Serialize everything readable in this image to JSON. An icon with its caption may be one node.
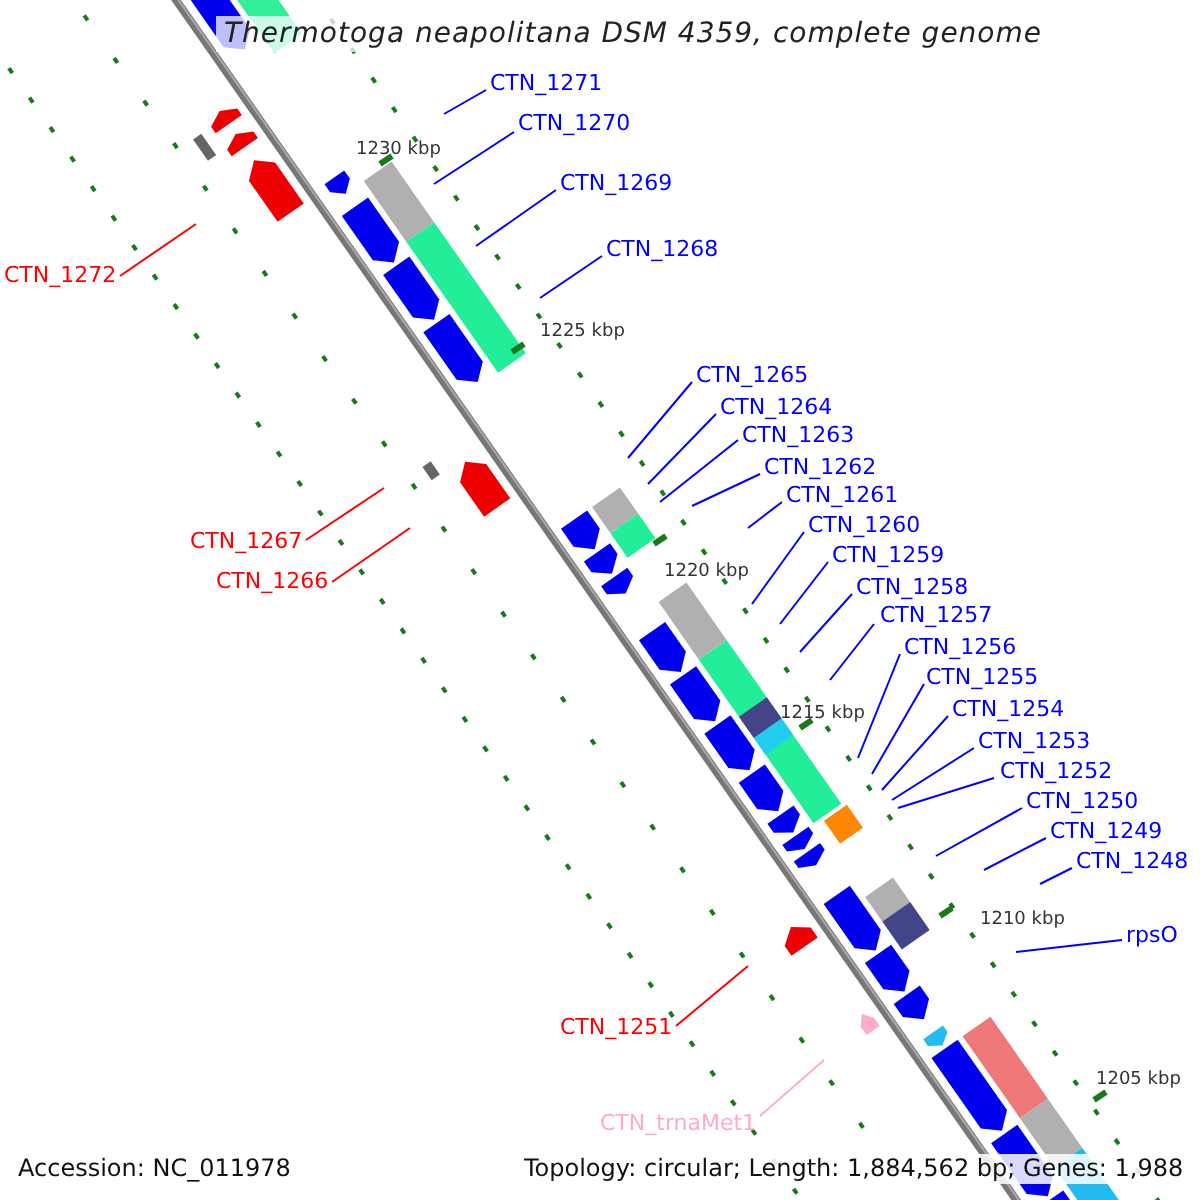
{
  "diagram": {
    "title": "Thermotoga neapolitana DSM 4359, complete genome",
    "nodes": [
      {
        "text": [
          "CTN_1271"
        ]
      },
      {
        "text": [
          "CTN_1270"
        ]
      },
      {
        "text": [
          "CTN_1269"
        ]
      },
      {
        "text": [
          "CTN_1268"
        ]
      },
      {
        "text": [
          "CTN_1272"
        ]
      },
      {
        "text": [
          "CTN_1265"
        ]
      },
      {
        "text": [
          "CTN_1264"
        ]
      },
      {
        "text": [
          "CTN_1263"
        ]
      },
      {
        "text": [
          "CTN_1262"
        ]
      },
      {
        "text": [
          "CTN_1261"
        ]
      },
      {
        "text": [
          "CTN_1260"
        ]
      },
      {
        "text": [
          "CTN_1267"
        ]
      },
      {
        "text": [
          "CTN_1259"
        ]
      },
      {
        "text": [
          "CTN_1266"
        ]
      },
      {
        "text": [
          "CTN_1258"
        ]
      },
      {
        "text": [
          "CTN_1257"
        ]
      },
      {
        "text": [
          "CTN_1256"
        ]
      },
      {
        "text": [
          "CTN_1255"
        ]
      },
      {
        "text": [
          "CTN_1254"
        ]
      },
      {
        "text": [
          "CTN_1253"
        ]
      },
      {
        "text": [
          "CTN_1252"
        ]
      },
      {
        "text": [
          "CTN_1250"
        ]
      },
      {
        "text": [
          "CTN_1249"
        ]
      },
      {
        "text": [
          "CTN_1248"
        ]
      },
      {
        "text": [
          "rpsO"
        ]
      },
      {
        "text": [
          "CTN_1251"
        ]
      },
      {
        "text": [
          "CTN_trnaMet1"
        ]
      }
    ],
    "edges": [
      {
        "from": 0,
        "to": null,
        "arrow": "none"
      },
      {
        "from": 1,
        "to": null,
        "arrow": "none"
      },
      {
        "from": 2,
        "to": null,
        "arrow": "none"
      },
      {
        "from": 3,
        "to": null,
        "arrow": "none"
      },
      {
        "from": 4,
        "to": null,
        "arrow": "none",
        "color": "#ff0000"
      },
      {
        "from": 5,
        "to": null,
        "arrow": "none"
      },
      {
        "from": 6,
        "to": null,
        "arrow": "none"
      },
      {
        "from": 7,
        "to": null,
        "arrow": "none"
      },
      {
        "from": 8,
        "to": null,
        "arrow": "none"
      },
      {
        "from": 9,
        "to": null,
        "arrow": "none"
      },
      {
        "from": 10,
        "to": null,
        "arrow": "none"
      },
      {
        "from": 11,
        "to": null,
        "arrow": "none",
        "color": "#ff0000"
      },
      {
        "from": 12,
        "to": null,
        "arrow": "none"
      },
      {
        "from": 13,
        "to": null,
        "arrow": "none",
        "color": "#ff0000"
      },
      {
        "from": 14,
        "to": null,
        "arrow": "none"
      },
      {
        "from": 15,
        "to": null,
        "arrow": "none"
      },
      {
        "from": 16,
        "to": null,
        "arrow": "none"
      },
      {
        "from": 17,
        "to": null,
        "arrow": "none"
      },
      {
        "from": 18,
        "to": null,
        "arrow": "none"
      },
      {
        "from": 19,
        "to": null,
        "arrow": "none"
      },
      {
        "from": 20,
        "to": null,
        "arrow": "none"
      },
      {
        "from": 21,
        "to": null,
        "arrow": "none"
      },
      {
        "from": 22,
        "to": null,
        "arrow": "none"
      },
      {
        "from": 23,
        "to": null,
        "arrow": "none"
      },
      {
        "from": 24,
        "to": null,
        "arrow": "none"
      },
      {
        "from": 25,
        "to": null,
        "arrow": "none",
        "color": "#ff0000"
      },
      {
        "from": 26,
        "to": null,
        "arrow": "none",
        "color": "#ffaacc"
      }
    ],
    "labels": [
      "1230 kbp",
      "1225 kbp",
      "1220 kbp",
      "1215 kbp",
      "1210 kbp",
      "1205 kbp",
      "Accession: NC_011978",
      "Topology: circular; Length: 1,884,562 bp; Genes: 1,988"
    ]
  }
}
